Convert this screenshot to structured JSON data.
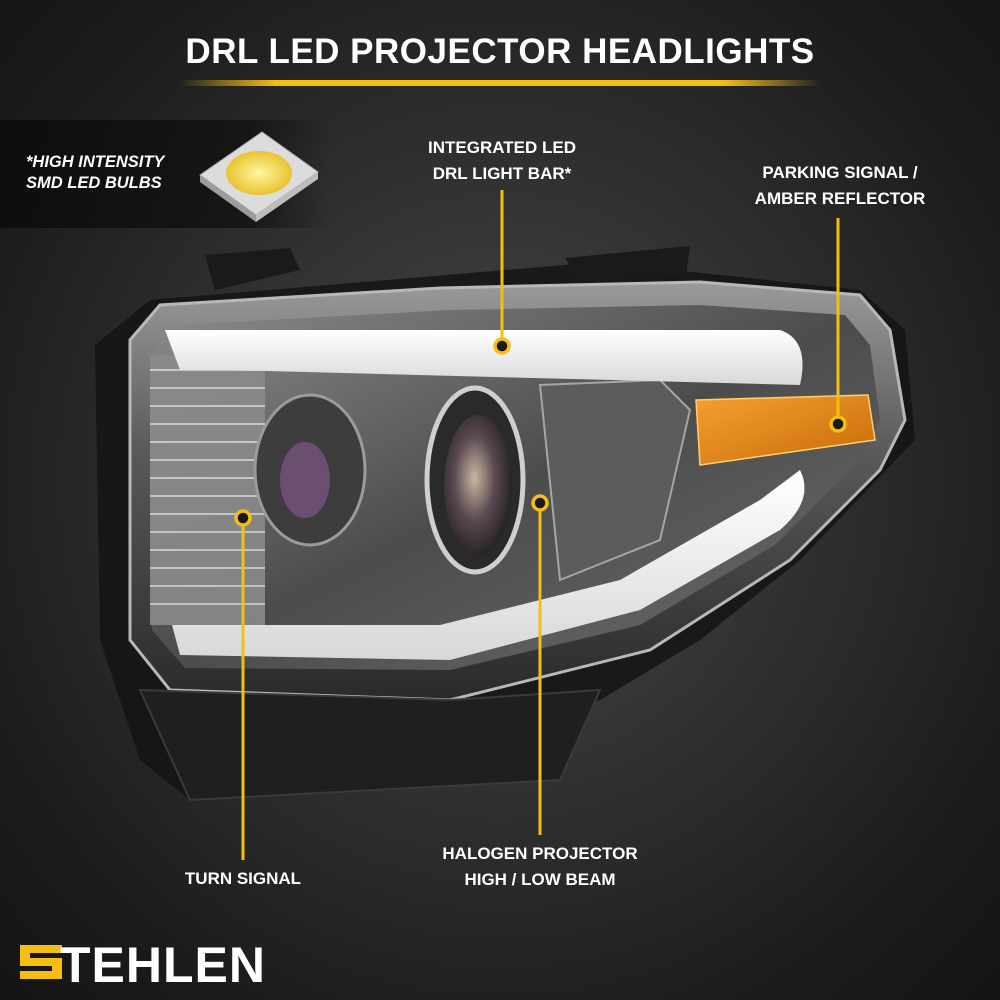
{
  "title": "DRL LED PROJECTOR HEADLIGHTS",
  "led_badge": {
    "text": "*HIGH INTENSITY\nSMD LED BULBS"
  },
  "callouts": {
    "drl": "INTEGRATED LED\nDRL LIGHT BAR*",
    "parking": "PARKING SIGNAL /\nAMBER REFLECTOR",
    "turn": "TURN SIGNAL",
    "projector": "HALOGEN PROJECTOR\nHIGH / LOW BEAM"
  },
  "brand": {
    "name": "TEHLEN",
    "accent_color": "#f5be14"
  },
  "colors": {
    "accent": "#f5be14",
    "amber": "#f08a10",
    "background": "#2f2f2f"
  }
}
